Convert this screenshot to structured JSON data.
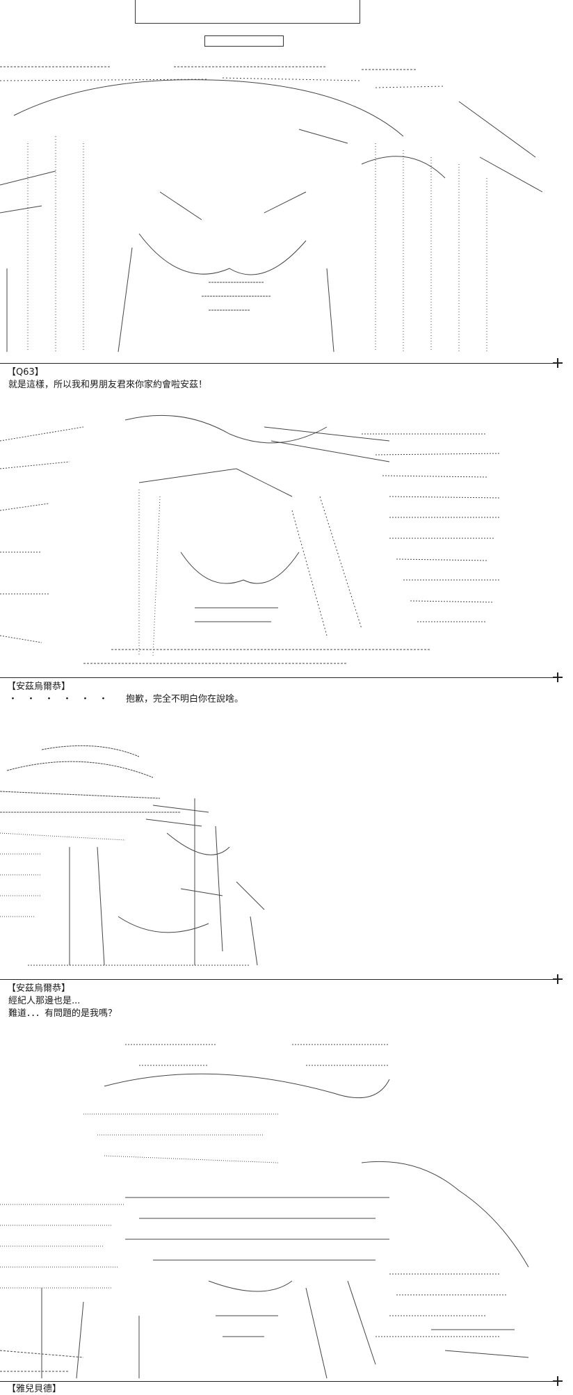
{
  "colors": {
    "ink": "#1a1a1a",
    "rule": "#222222",
    "paper": "#ffffff"
  },
  "sections": [
    {
      "speaker": "【Q63】",
      "lines": [
        "就是這樣，所以我和男朋友君來你家約會啦安茲！"
      ]
    },
    {
      "speaker": "【安茲烏爾恭】",
      "lines": [
        "・　・　・　・　・　・　　抱歉，完全不明白你在說啥。"
      ]
    },
    {
      "speaker": "【安茲烏爾恭】",
      "lines": [
        "經紀人那邊也是...",
        "難道．．．有問題的是我嗎？"
      ]
    },
    {
      "speaker": "【雅兒貝德】",
      "lines": []
    }
  ]
}
